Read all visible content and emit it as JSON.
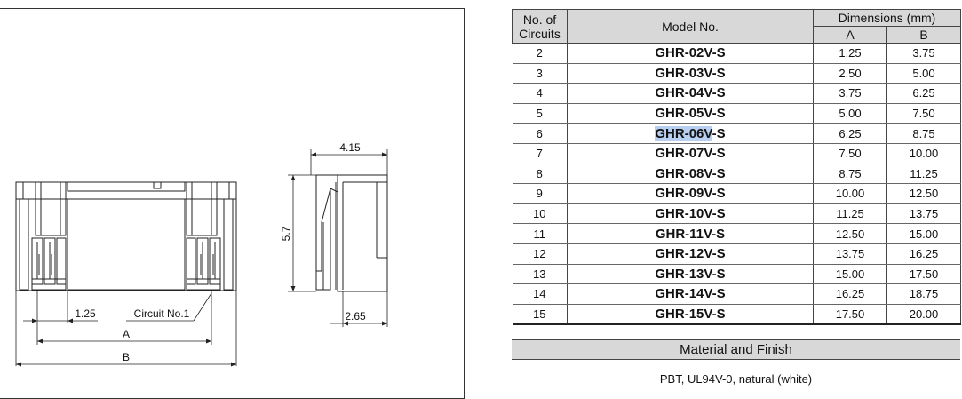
{
  "drawing": {
    "dim_125": "1.25",
    "dim_A": "A",
    "dim_B": "B",
    "circuit_label": "Circuit No.1",
    "dim_415": "4.15",
    "dim_57": "5.7",
    "dim_265": "2.65"
  },
  "table": {
    "header_circuits": "No. of Circuits",
    "header_model": "Model No.",
    "header_dimensions": "Dimensions (mm)",
    "header_a": "A",
    "header_b": "B",
    "rows": [
      {
        "n": "2",
        "model": "GHR-02V-S",
        "a": "1.25",
        "b": "3.75"
      },
      {
        "n": "3",
        "model": "GHR-03V-S",
        "a": "2.50",
        "b": "5.00"
      },
      {
        "n": "4",
        "model": "GHR-04V-S",
        "a": "3.75",
        "b": "6.25"
      },
      {
        "n": "5",
        "model": "GHR-05V-S",
        "a": "5.00",
        "b": "7.50"
      },
      {
        "n": "6",
        "model_sel": "GHR-06V",
        "model_rest": "-S",
        "a": "6.25",
        "b": "8.75"
      },
      {
        "n": "7",
        "model": "GHR-07V-S",
        "a": "7.50",
        "b": "10.00"
      },
      {
        "n": "8",
        "model": "GHR-08V-S",
        "a": "8.75",
        "b": "11.25"
      },
      {
        "n": "9",
        "model": "GHR-09V-S",
        "a": "10.00",
        "b": "12.50"
      },
      {
        "n": "10",
        "model": "GHR-10V-S",
        "a": "11.25",
        "b": "13.75"
      },
      {
        "n": "11",
        "model": "GHR-11V-S",
        "a": "12.50",
        "b": "15.00"
      },
      {
        "n": "12",
        "model": "GHR-12V-S",
        "a": "13.75",
        "b": "16.25"
      },
      {
        "n": "13",
        "model": "GHR-13V-S",
        "a": "15.00",
        "b": "17.50"
      },
      {
        "n": "14",
        "model": "GHR-14V-S",
        "a": "16.25",
        "b": "18.75"
      },
      {
        "n": "15",
        "model": "GHR-15V-S",
        "a": "17.50",
        "b": "20.00"
      }
    ]
  },
  "material": {
    "title": "Material and Finish",
    "text": "PBT, UL94V-0, natural (white)"
  }
}
